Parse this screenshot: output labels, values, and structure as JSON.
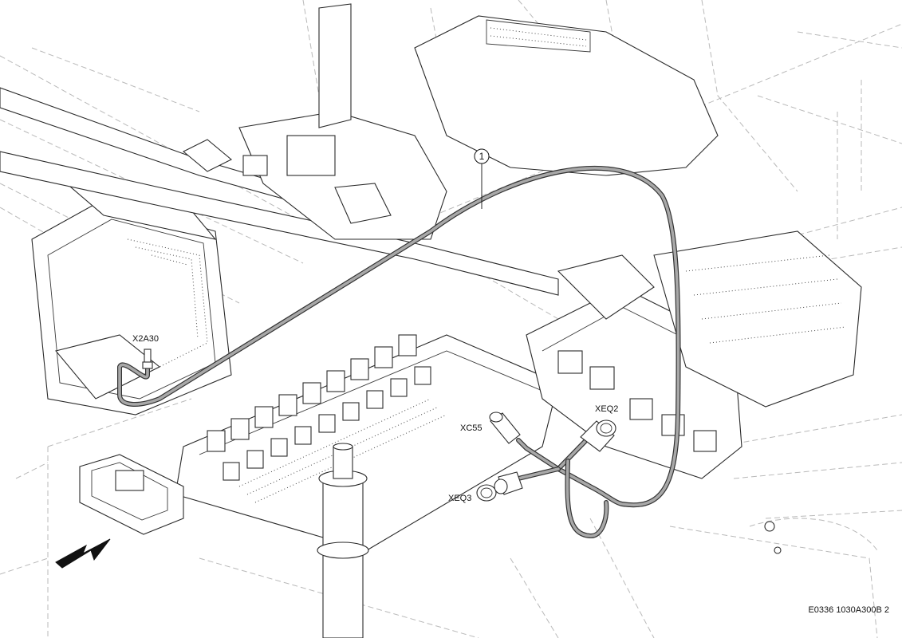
{
  "figure": {
    "callout_number": "1",
    "connectors": {
      "x2a30": "X2A30",
      "xeq2": "XEQ2",
      "xc55": "XC55",
      "xeq3": "XEQ3"
    },
    "figure_code": "E0336 1030A300B 2"
  }
}
